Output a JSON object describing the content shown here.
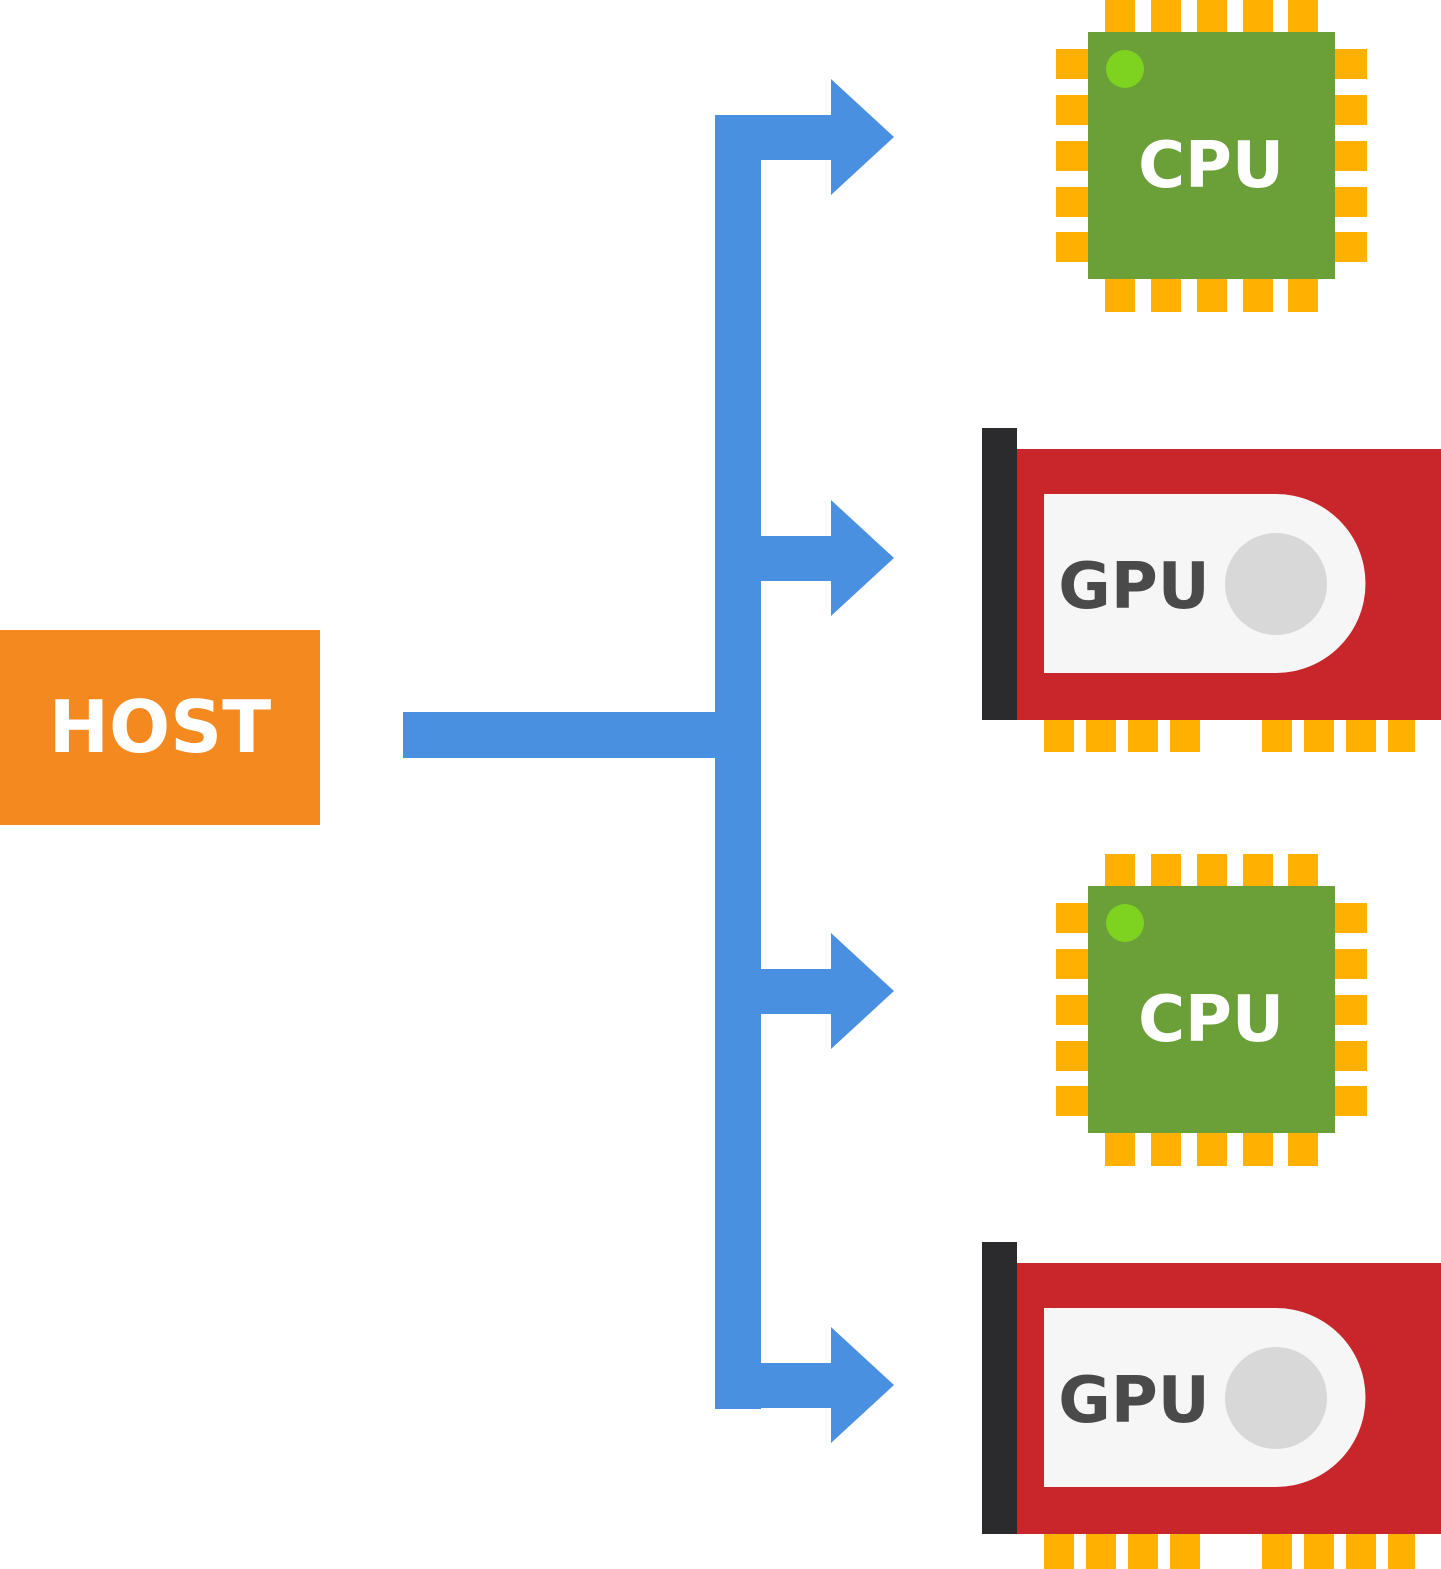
{
  "host": {
    "label": "HOST",
    "color": "#F3891F",
    "text_color": "#FFFFFF"
  },
  "connector": {
    "color": "#4A90E0",
    "icon": "branching-arrows"
  },
  "devices": [
    {
      "type": "cpu",
      "label": "CPU",
      "icon": "cpu-chip-icon"
    },
    {
      "type": "gpu",
      "label": "GPU",
      "icon": "gpu-card-icon"
    },
    {
      "type": "cpu",
      "label": "CPU",
      "icon": "cpu-chip-icon"
    },
    {
      "type": "gpu",
      "label": "GPU",
      "icon": "gpu-card-icon"
    }
  ],
  "colors": {
    "cpu_body": "#6BA038",
    "cpu_pins": "#FFB000",
    "cpu_led": "#7ED321",
    "cpu_text": "#FFFFFF",
    "gpu_body": "#C8262B",
    "gpu_bracket": "#2B2B2E",
    "gpu_panel": "#F6F6F6",
    "gpu_fan": "#D8D8D8",
    "gpu_pins": "#FFB000",
    "gpu_text": "#4A4A4A"
  }
}
